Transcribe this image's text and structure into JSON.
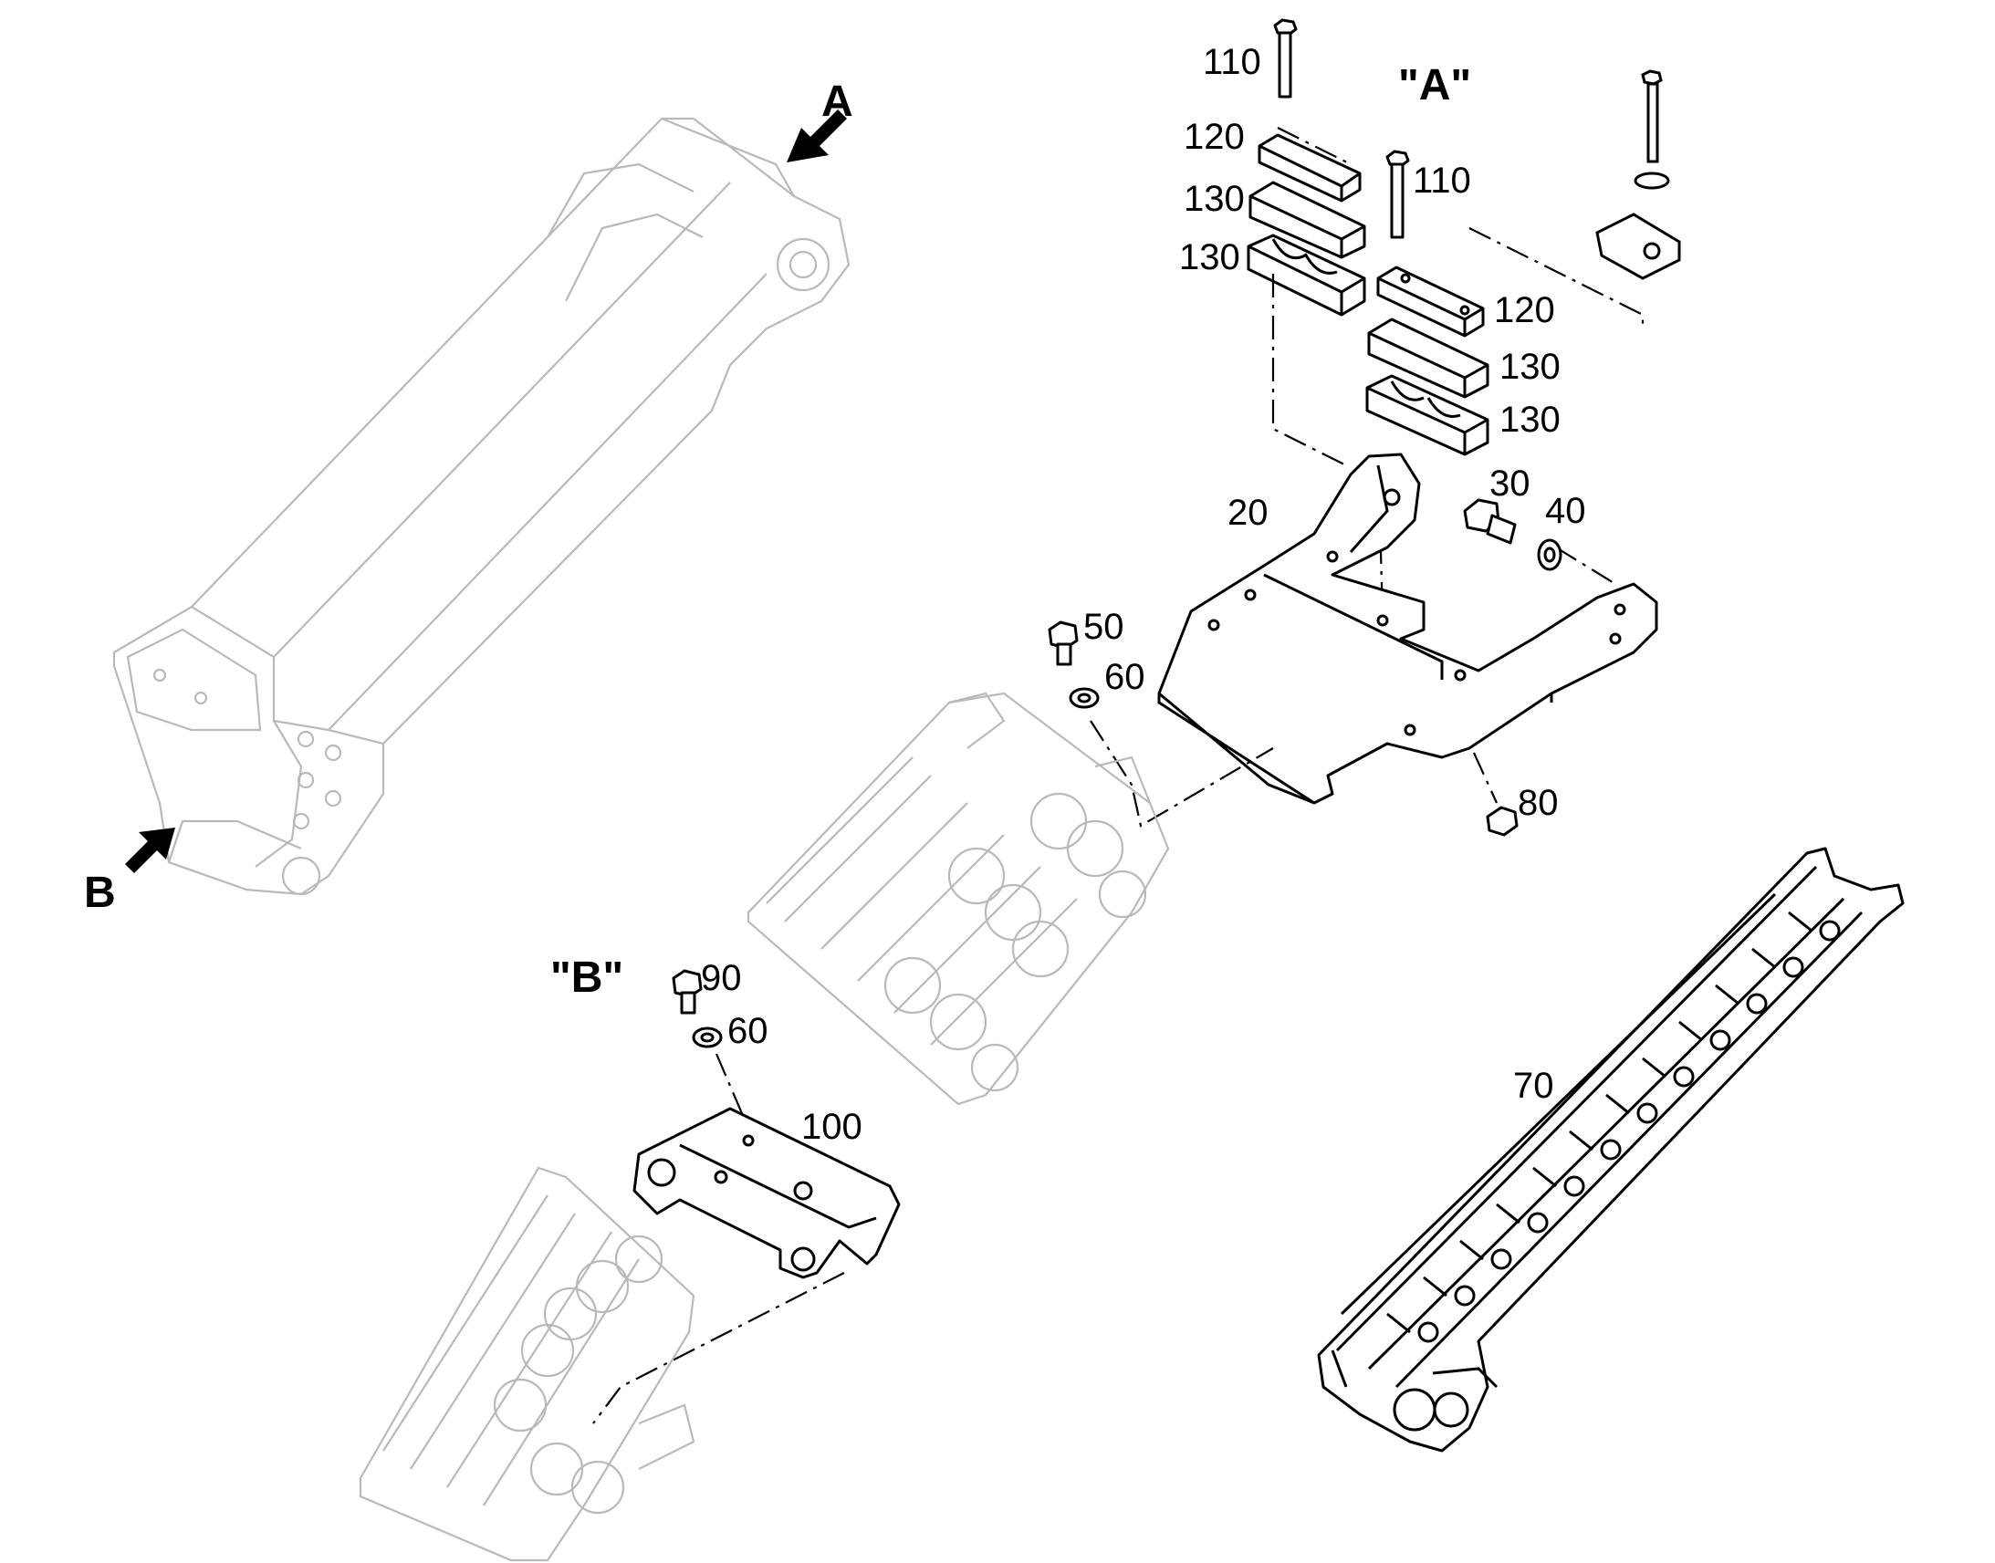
{
  "callouts": {
    "c110a": "110",
    "c110b": "110",
    "c120a": "120",
    "c120b": "120",
    "c130a": "130",
    "c130b": "130",
    "c130c": "130",
    "c130d": "130",
    "c20": "20",
    "c30": "30",
    "c40": "40",
    "c50": "50",
    "c60a": "60",
    "c60b": "60",
    "c70": "70",
    "c80": "80",
    "c90": "90",
    "c100": "100"
  },
  "views": {
    "arrow_a": "A",
    "arrow_b": "B",
    "detail_a": "\"A\"",
    "detail_b": "\"B\""
  }
}
